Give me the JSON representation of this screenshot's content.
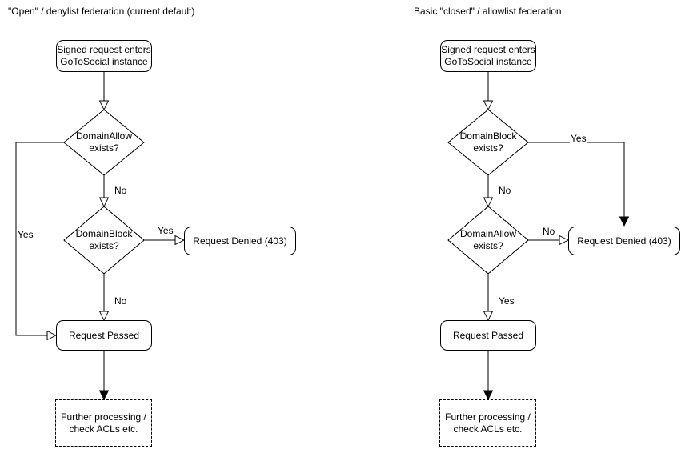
{
  "diagrams": [
    {
      "title": "\"Open\" / denylist federation (current default)",
      "nodes": {
        "start": "Signed request enters\nGoToSocial instance",
        "decision1": "DomainAllow\nexists?",
        "decision2": "DomainBlock\nexists?",
        "denied": "Request Denied (403)",
        "passed": "Request Passed",
        "further": "Further processing /\ncheck ACLs etc."
      },
      "labels": {
        "decision1_branch": "Yes",
        "decision1_down": "No",
        "decision2_branch": "Yes",
        "decision2_down": "No"
      }
    },
    {
      "title": "Basic \"closed\" / allowlist federation",
      "nodes": {
        "start": "Signed request enters\nGoToSocial instance",
        "decision1": "DomainBlock\nexists?",
        "decision2": "DomainAllow\nexists?",
        "denied": "Request Denied (403)",
        "passed": "Request Passed",
        "further": "Further processing /\ncheck ACLs etc."
      },
      "labels": {
        "decision1_branch": "Yes",
        "decision1_down": "No",
        "decision2_branch": "No",
        "decision2_down": "Yes"
      }
    }
  ],
  "colors": {
    "stroke": "#000000",
    "text": "#000000",
    "background": "#ffffff"
  }
}
